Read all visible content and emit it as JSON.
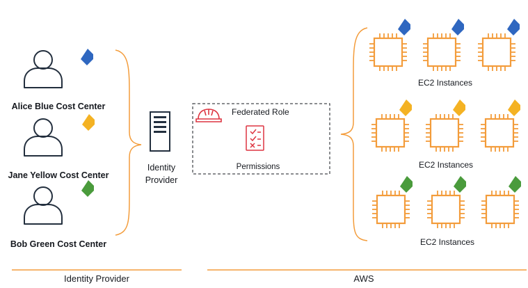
{
  "users": [
    {
      "label": "Alice Blue Cost Center",
      "tag_color": "#2f67c0"
    },
    {
      "label": "Jane Yellow Cost Center",
      "tag_color": "#f4b223"
    },
    {
      "label": "Bob Green Cost Center",
      "tag_color": "#4a9b3c"
    }
  ],
  "identity_provider": {
    "label_line1": "Identity",
    "label_line2": "Provider"
  },
  "federated_role": {
    "role_label": "Federated Role",
    "permissions_label": "Permissions",
    "icon_color": "#dd3440"
  },
  "ec2_groups": [
    {
      "label": "EC2 Instances",
      "tag_color": "#2f67c0",
      "instance_count": 3
    },
    {
      "label": "EC2 Instances",
      "tag_color": "#f4b223",
      "instance_count": 3
    },
    {
      "label": "EC2 Instances",
      "tag_color": "#4a9b3c",
      "instance_count": 3
    }
  ],
  "footer": {
    "left_label": "Identity Provider",
    "right_label": "AWS"
  },
  "colors": {
    "accent_orange": "#f39c3b",
    "text": "#16191f",
    "person_stroke": "#232f3e"
  }
}
